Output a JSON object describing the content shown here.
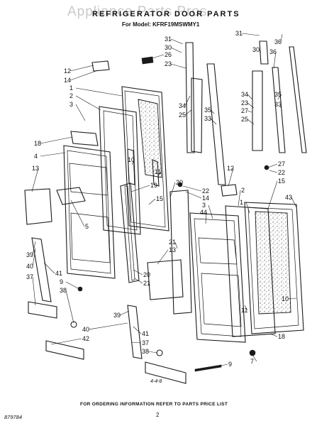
{
  "watermark": "Appliance Parts Pros",
  "title": "REFRIGERATOR DOOR PARTS",
  "subtitle": "For Model: KFRF19MSWMY1",
  "footer_note": "FOR ORDERING INFORMATION REFER TO PARTS PRICE LIST",
  "page_number": "2",
  "doc_number": "879784",
  "handwritten": "4-4-8",
  "callouts": [
    {
      "id": "c31a",
      "label": "31"
    },
    {
      "id": "c30a",
      "label": "30"
    },
    {
      "id": "c26",
      "label": "26"
    },
    {
      "id": "c23a",
      "label": "23"
    },
    {
      "id": "c12a",
      "label": "12"
    },
    {
      "id": "c14a",
      "label": "14"
    },
    {
      "id": "c1a",
      "label": "1"
    },
    {
      "id": "c2a",
      "label": "2"
    },
    {
      "id": "c3a",
      "label": "3"
    },
    {
      "id": "c18a",
      "label": "18"
    },
    {
      "id": "c4",
      "label": "4"
    },
    {
      "id": "c13a",
      "label": "13"
    },
    {
      "id": "c5",
      "label": "5"
    },
    {
      "id": "c34a",
      "label": "34"
    },
    {
      "id": "c25a",
      "label": "25"
    },
    {
      "id": "c35a",
      "label": "35"
    },
    {
      "id": "c33a",
      "label": "33"
    },
    {
      "id": "c10a",
      "label": "10"
    },
    {
      "id": "c11a",
      "label": "11"
    },
    {
      "id": "c19",
      "label": "19"
    },
    {
      "id": "c15a",
      "label": "15"
    },
    {
      "id": "c20a",
      "label": "20"
    },
    {
      "id": "c22a",
      "label": "22"
    },
    {
      "id": "c14b",
      "label": "14"
    },
    {
      "id": "c3b",
      "label": "3"
    },
    {
      "id": "c44",
      "label": "44"
    },
    {
      "id": "c21a",
      "label": "21"
    },
    {
      "id": "c13b",
      "label": "13"
    },
    {
      "id": "c39a",
      "label": "39"
    },
    {
      "id": "c40a",
      "label": "40"
    },
    {
      "id": "c37a",
      "label": "37"
    },
    {
      "id": "c41a",
      "label": "41"
    },
    {
      "id": "c9a",
      "label": "9"
    },
    {
      "id": "c38a",
      "label": "38"
    },
    {
      "id": "c20b",
      "label": "20"
    },
    {
      "id": "c21b",
      "label": "21"
    },
    {
      "id": "c39b",
      "label": "39"
    },
    {
      "id": "c40b",
      "label": "40"
    },
    {
      "id": "c42",
      "label": "42"
    },
    {
      "id": "c41b",
      "label": "41"
    },
    {
      "id": "c37b",
      "label": "37"
    },
    {
      "id": "c38b",
      "label": "38"
    },
    {
      "id": "c9b",
      "label": "9"
    },
    {
      "id": "c31b",
      "label": "31"
    },
    {
      "id": "c36a",
      "label": "36"
    },
    {
      "id": "c30b",
      "label": "30"
    },
    {
      "id": "c36b",
      "label": "36"
    },
    {
      "id": "c34b",
      "label": "34"
    },
    {
      "id": "c23b",
      "label": "23"
    },
    {
      "id": "c35b",
      "label": "35"
    },
    {
      "id": "c33b",
      "label": "33"
    },
    {
      "id": "c27a",
      "label": "27"
    },
    {
      "id": "c25b",
      "label": "25"
    },
    {
      "id": "c27b",
      "label": "27"
    },
    {
      "id": "c22b",
      "label": "22"
    },
    {
      "id": "c12b",
      "label": "12"
    },
    {
      "id": "c2b",
      "label": "2"
    },
    {
      "id": "c1b",
      "label": "1"
    },
    {
      "id": "c15b",
      "label": "15"
    },
    {
      "id": "c43",
      "label": "43"
    },
    {
      "id": "c11b",
      "label": "11"
    },
    {
      "id": "c10b",
      "label": "10"
    },
    {
      "id": "c18b",
      "label": "18"
    },
    {
      "id": "c7",
      "label": "7"
    }
  ]
}
